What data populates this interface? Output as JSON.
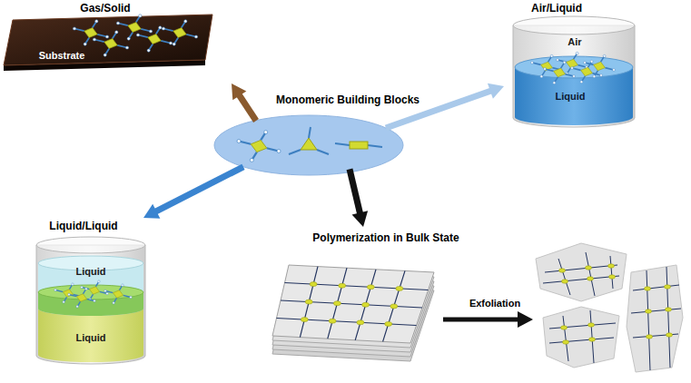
{
  "diagram": {
    "nodes": [
      {
        "text": [
          "Gas/Solid",
          "Substrate"
        ]
      },
      {
        "text": [
          "Air/Liquid",
          "Air",
          "Liquid"
        ]
      },
      {
        "text": [
          "Monomeric Building Blocks"
        ]
      },
      {
        "text": [
          "Liquid/Liquid",
          "Liquid",
          "Liquid"
        ]
      },
      {
        "text": [
          "Polymerization in Bulk State"
        ]
      }
    ],
    "edges": [
      {
        "from": 2,
        "to": 0,
        "arrow": "to"
      },
      {
        "from": 2,
        "to": 1,
        "arrow": "to"
      },
      {
        "from": 2,
        "to": 3,
        "arrow": "to"
      },
      {
        "from": 2,
        "to": 4,
        "arrow": "to"
      }
    ],
    "labels": [
      "Exfoliation"
    ]
  }
}
